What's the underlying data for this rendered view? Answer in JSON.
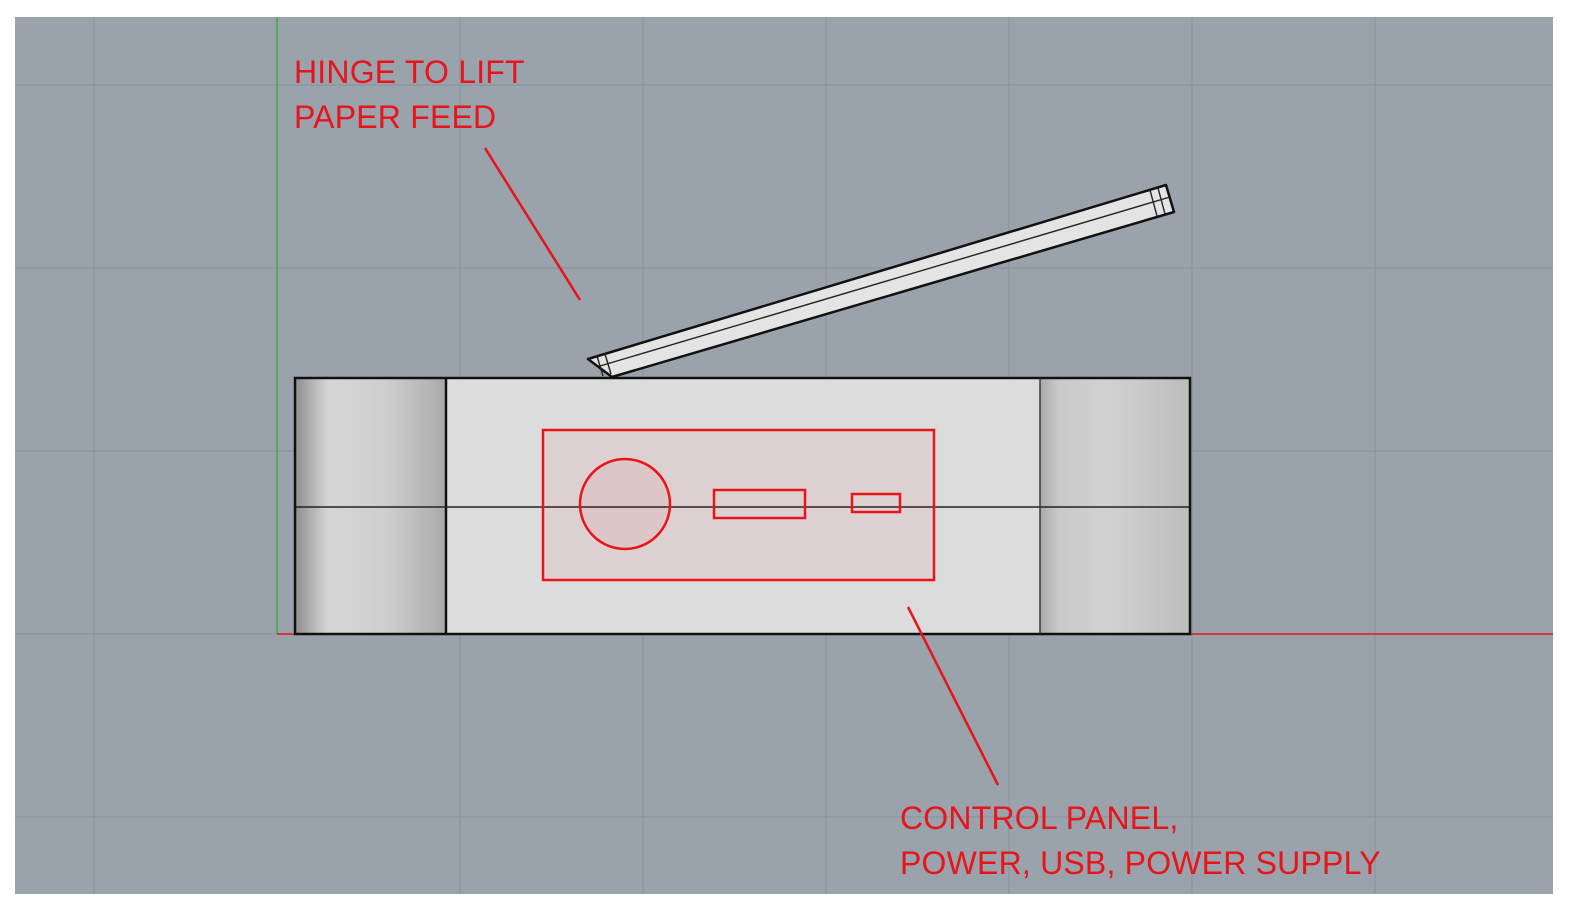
{
  "labels": {
    "hinge": {
      "line1": "HINGE TO LIFT",
      "line2": "PAPER FEED"
    },
    "control_panel": {
      "line1": "CONTROL PANEL,",
      "line2": "POWER, USB, POWER SUPPLY"
    }
  },
  "colors": {
    "viewport_background": "#9aa2ab",
    "grid_line": "#8c949c",
    "y_axis": "#4caf50",
    "x_axis": "#d23a3a",
    "annotation": "#e8141a",
    "body_face": "#dcdcdc",
    "outline": "#111111"
  }
}
